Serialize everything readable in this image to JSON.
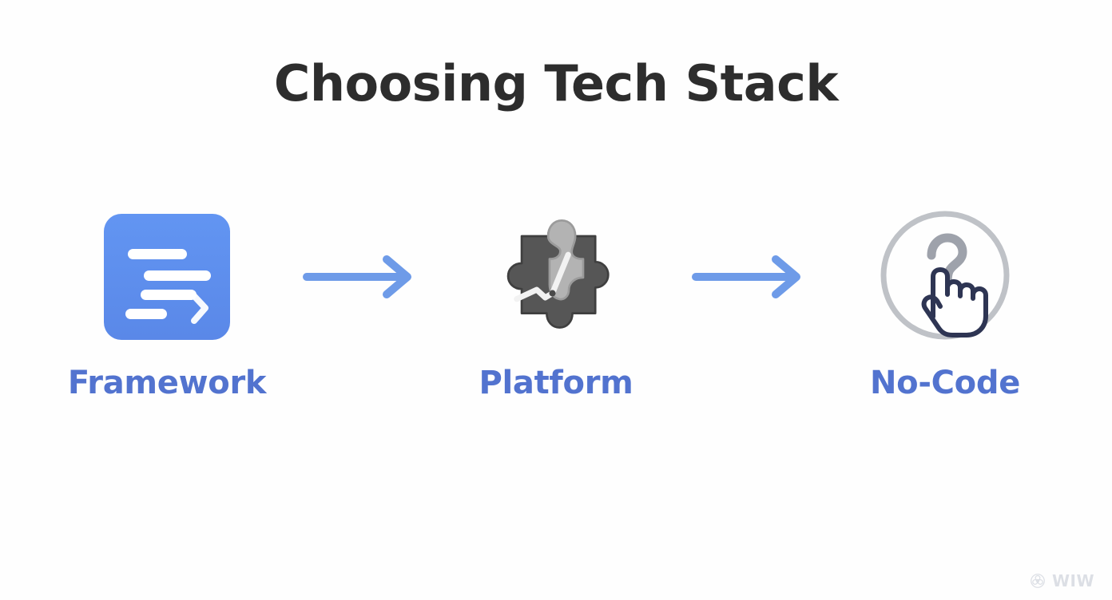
{
  "page": {
    "title": "Choosing Tech Stack",
    "background_color": "#fefefe",
    "title_color": "#2d2d2d"
  },
  "theme": {
    "accent_blue": "#5b8def",
    "label_blue": "#5273cf",
    "arrow_blue": "#6e9be8",
    "puzzle_dark_gray": "#565656",
    "puzzle_light_gray": "#b3b3b3",
    "circle_gray": "#bfc2c7",
    "question_gray": "#9ea2ab",
    "cursor_navy": "#2e3553",
    "watermark_gray": "#c2c7d2"
  },
  "flow": {
    "steps": [
      {
        "label": "Framework",
        "icon": "document-lines-chevron-icon",
        "icon_description": "blue rounded square with four white text lines and a white chevron"
      },
      {
        "label": "Platform",
        "icon": "puzzle-piece-chart-icon",
        "icon_description": "gray puzzle piece with a light gray tab and a white line chart"
      },
      {
        "label": "No-Code",
        "icon": "question-circle-cursor-icon",
        "icon_description": "gray circle with a question mark and a navy pointing hand cursor"
      }
    ],
    "connectors": [
      {
        "icon": "arrow-right-icon"
      },
      {
        "icon": "arrow-right-icon"
      }
    ]
  },
  "watermark": {
    "text": "WIW",
    "icon": "rosette-logo-icon"
  }
}
